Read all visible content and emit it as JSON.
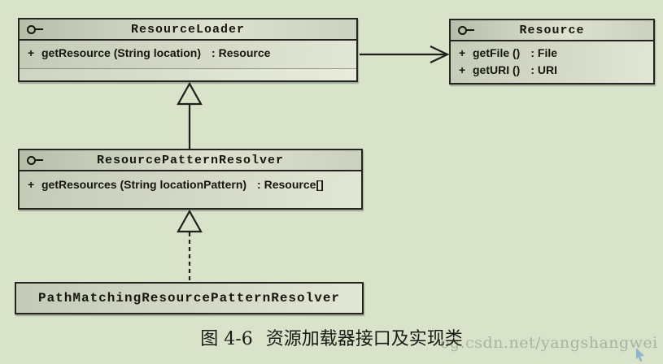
{
  "colors": {
    "background": "#d8e3ca",
    "box_border": "#23251e",
    "box_fill_light": "#e2e6d4",
    "box_fill_dark": "#b6beaa",
    "connector_line": "#1e201a",
    "watermark_gray": "#94a294",
    "cursor_blue": "#4f8fd0"
  },
  "icons": {
    "interface_lollipop": "circle-with-stem (UML interface)",
    "cursor": "small blue pointer"
  },
  "classes": {
    "resource_loader": {
      "name": "ResourceLoader",
      "kind": "interface",
      "methods": [
        {
          "visibility": "+",
          "signature": "getResource (String location)",
          "return_type": ": Resource"
        }
      ]
    },
    "resource": {
      "name": "Resource",
      "kind": "interface",
      "methods": [
        {
          "visibility": "+",
          "signature": "getFile ()",
          "return_type": ": File"
        },
        {
          "visibility": "+",
          "signature": "getURI ()",
          "return_type": ": URI"
        }
      ]
    },
    "resource_pattern_resolver": {
      "name": "ResourcePatternResolver",
      "kind": "interface",
      "methods": [
        {
          "visibility": "+",
          "signature": "getResources (String locationPattern)",
          "return_type": ": Resource[]"
        }
      ]
    },
    "path_matching_resource_pattern_resolver": {
      "name": "PathMatchingResourcePatternResolver",
      "kind": "class",
      "methods": []
    }
  },
  "relations": [
    {
      "from": "ResourceLoader",
      "to": "Resource",
      "type": "association-arrow",
      "line": "solid",
      "head": "open-arrow"
    },
    {
      "from": "ResourcePatternResolver",
      "to": "ResourceLoader",
      "type": "generalization",
      "line": "solid",
      "head": "hollow-triangle"
    },
    {
      "from": "PathMatchingResourcePatternResolver",
      "to": "ResourcePatternResolver",
      "type": "realization",
      "line": "dashed",
      "head": "hollow-triangle"
    }
  ],
  "caption": {
    "figure_label": "图 4-6",
    "text": "资源加载器接口及实现类"
  },
  "watermark": "og.csdn.net/yangshangwei"
}
